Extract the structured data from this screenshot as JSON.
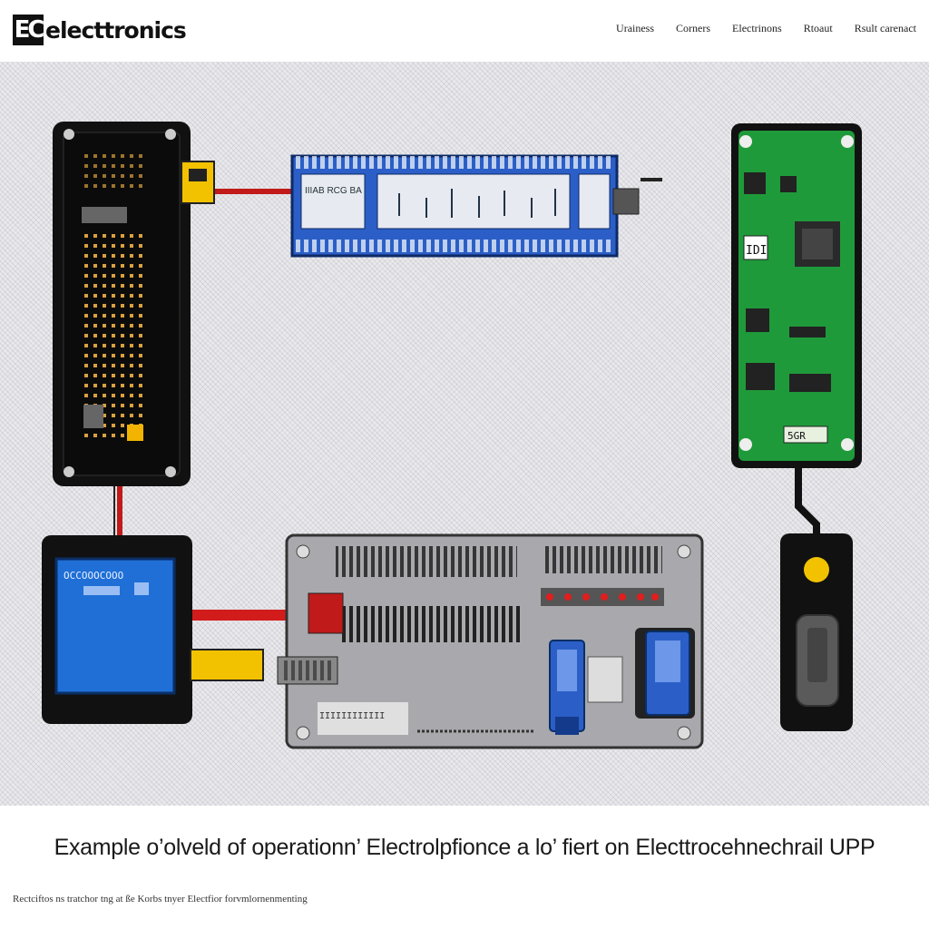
{
  "header": {
    "logo_mark": "EC",
    "logo_text": "electtronics",
    "nav": [
      "Urainess",
      "Corners",
      "Electrinons",
      "Rtoaut",
      "Rsult carenact"
    ]
  },
  "figure": {
    "display_text": "OCCOOOCOOO",
    "relay_label": "IIIAB RCG BA",
    "module_mark": "IDI",
    "module_code": "5GR",
    "panel_label": "IIIIIIIIIIII"
  },
  "caption": "Example o’olveld of operationn’ Electrolpfionce a lo’ fiert on Electtrocehnechrail UPP",
  "footnote": "Rectciftos ns tratchor tng at ße Korbs tnyer Electfior forvmlornenmenting",
  "colors": {
    "board_green": "#1f9a3a",
    "display_blue": "#1f6fd6",
    "relay_blue": "#2b5fc7",
    "wire_red": "#d21c1c",
    "connector_yellow": "#f2c200"
  }
}
